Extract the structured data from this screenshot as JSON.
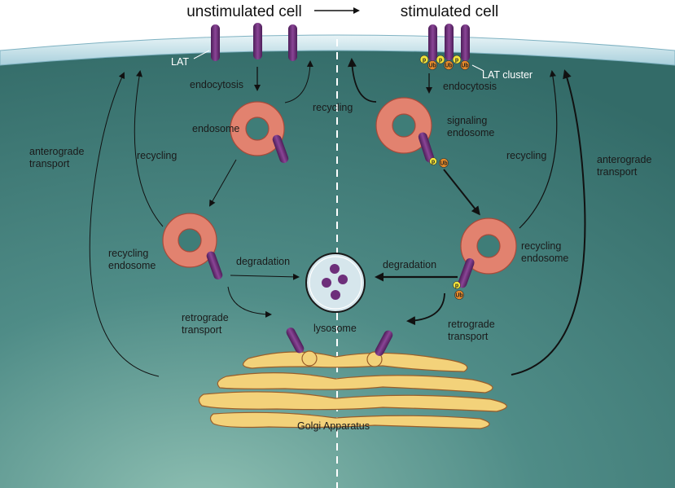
{
  "headers": {
    "left": "unstimulated cell",
    "right": "stimulated cell"
  },
  "labels": {
    "lat": "LAT",
    "lat_cluster": "LAT cluster",
    "endocytosis_left": "endocytosis",
    "endocytosis_right": "endocytosis",
    "endosome": "endosome",
    "signaling_line1": "signaling",
    "signaling_line2": "endosome",
    "recycling_top": "recycling",
    "recycling_left": "recycling",
    "recycling_right": "recycling",
    "anterograde_left_1": "anterograde",
    "anterograde_left_2": "transport",
    "anterograde_right_1": "anterograde",
    "anterograde_right_2": "transport",
    "recycling_endosome_left_1": "recycling",
    "recycling_endosome_left_2": "endosome",
    "recycling_endosome_right_1": "recycling",
    "recycling_endosome_right_2": "endosome",
    "degradation_left": "degradation",
    "degradation_right": "degradation",
    "retrograde_left_1": "retrograde",
    "retrograde_left_2": "transport",
    "retrograde_right_1": "retrograde",
    "retrograde_right_2": "transport",
    "lysosome": "lysosome",
    "golgi": "Golgi Apparatus"
  },
  "tags": {
    "p": "p",
    "ub": "Ub"
  },
  "colors": {
    "cytoplasm": "#3f7d78",
    "membrane": "#cfe6ee",
    "endosome": "#e2826f",
    "receptor": "#6d2f7a",
    "golgi": "#f3d27a",
    "lysosome": "#d6e6ec",
    "phospho": "#f2e43a",
    "ubiquitin": "#e48a2a"
  }
}
